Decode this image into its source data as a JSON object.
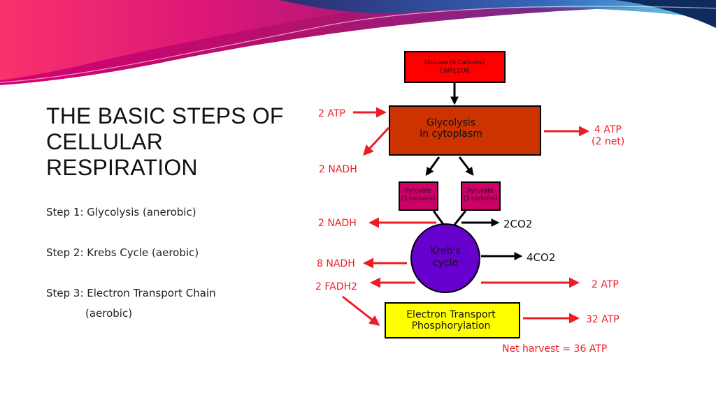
{
  "slide": {
    "title_lines": [
      "THE BASIC STEPS OF",
      "CELLULAR",
      "RESPIRATION"
    ],
    "steps": {
      "step1": "Step 1: Glycolysis (anerobic)",
      "step2": "Step 2: Krebs Cycle (aerobic)",
      "step3_line1": "Step 3: Electron Transport Chain",
      "step3_line2": "(aerobic)"
    }
  },
  "diagram": {
    "glucose": {
      "line1": "Glucose (6 Carbons)",
      "formula": "C6H12O6"
    },
    "glycolysis": {
      "line1": "Glycolysis",
      "line2": "In cytoplasm"
    },
    "pyruvate_left": {
      "line1": "Pyruvate",
      "line2": "(3 carbons)"
    },
    "pyruvate_right": {
      "line1": "Pyruvate",
      "line2": "(3 carbons)"
    },
    "krebs": {
      "line1": "Kreb's",
      "line2": "cycle"
    },
    "etc": {
      "line1": "Electron Transport",
      "line2": "Phosphorylation"
    },
    "labels": {
      "atp_in": "2 ATP",
      "nadh_glycolysis": "2 NADH",
      "atp_out_line1": "4 ATP",
      "atp_out_line2": "(2 net)",
      "nadh_pyruvate": "2 NADH",
      "co2_pyruvate": "2CO2",
      "nadh_krebs": "8 NADH",
      "co2_krebs": "4CO2",
      "fadh2": "2 FADH2",
      "atp_krebs": "2 ATP",
      "atp_etc": "32 ATP",
      "net_harvest": "Net harvest = 36 ATP"
    }
  },
  "colors": {
    "arrow_red": "#ee1c24",
    "glucose_box": "#ff0000",
    "glycolysis_box": "#cc3300",
    "pyruvate_box": "#cc0066",
    "krebs_circle": "#6600cc",
    "etc_box": "#ffff00"
  }
}
